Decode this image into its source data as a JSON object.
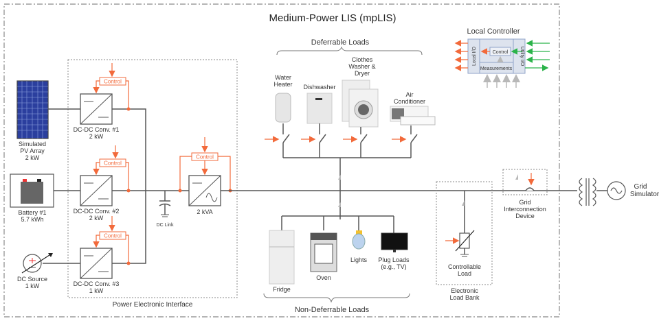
{
  "diagram": {
    "title": "Medium-Power LIS (mpLIS)",
    "colors": {
      "control": "#f26a3b",
      "utility": "#2bb34a",
      "measure": "#b8b8b8",
      "wire": "#555555"
    },
    "sources": [
      {
        "name": "Simulated",
        "line2": "PV Array",
        "line3": "2 kW"
      },
      {
        "name": "Battery #1",
        "line2": "5.7 kWh"
      },
      {
        "name": "DC Source",
        "line2": "1 kW"
      }
    ],
    "converters": [
      {
        "name": "DC-DC Conv. #1",
        "rating": "2 kW"
      },
      {
        "name": "DC-DC Conv. #2",
        "rating": "2 kW"
      },
      {
        "name": "DC-DC Conv. #3",
        "rating": "1 kW"
      }
    ],
    "control_label": "Control",
    "dc_link": "DC Link",
    "inverter": "2 kVA",
    "pei_label": "Power Electronic Interface",
    "deferrable": {
      "title": "Deferrable Loads",
      "items": [
        {
          "l1": "Water",
          "l2": "Heater"
        },
        {
          "l1": "Dishwasher"
        },
        {
          "l1": "Clothes",
          "l2": "Washer &",
          "l3": "Dryer"
        },
        {
          "l1": "Air",
          "l2": "Conditioner"
        }
      ]
    },
    "non_deferrable": {
      "title": "Non-Deferrable Loads",
      "items": [
        {
          "l1": "Fridge"
        },
        {
          "l1": "Oven"
        },
        {
          "l1": "Lights"
        },
        {
          "l1": "Plug Loads",
          "l2": "(e.g., TV)"
        }
      ]
    },
    "local_controller": {
      "title": "Local Controller",
      "local_io": "Local I/O",
      "utility_io": "Utility I/O",
      "control": "Control",
      "measurements": "Measurements"
    },
    "load_bank": {
      "inner_l1": "Controllable",
      "inner_l2": "Load",
      "l1": "Electronic",
      "l2": "Load Bank"
    },
    "grid_device": {
      "l1": "Grid",
      "l2": "Interconnection",
      "l3": "Device"
    },
    "grid_sim": {
      "l1": "Grid",
      "l2": "Simulator"
    }
  }
}
